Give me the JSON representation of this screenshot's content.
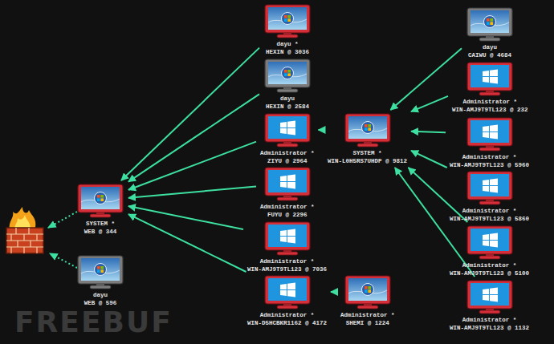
{
  "diagram": {
    "nodes": [
      {
        "text": [
          "dayu *",
          "HEXIN @ 3036"
        ]
      },
      {
        "text": [
          "dayu",
          "HEXIN @ 2584"
        ]
      },
      {
        "text": [
          "Administrator *",
          "ZIYU @ 2964"
        ]
      },
      {
        "text": [
          "Administrator *",
          "FUYU @ 2296"
        ]
      },
      {
        "text": [
          "Administrator *",
          "WIN-AMJ9T9TL123 @ 7036"
        ]
      },
      {
        "text": [
          "Administrator *",
          "WIN-D5HCBKR1162 @ 4172"
        ]
      },
      {
        "text": [
          "SYSTEM *",
          "WEB @ 344"
        ]
      },
      {
        "text": [
          "dayu",
          "WEB @ 596"
        ]
      },
      {
        "text": [
          "SYSTEM *",
          "WIN-L0H5RS7UHDP @ 9812"
        ]
      },
      {
        "text": [
          "dayu",
          "CAIWU @ 4684"
        ]
      },
      {
        "text": [
          "Administrator *",
          "WIN-AMJ9T9TL123 @ 232"
        ]
      },
      {
        "text": [
          "Administrator *",
          "WIN-AMJ9T9TL123 @ 5960"
        ]
      },
      {
        "text": [
          "Administrator *",
          "WIN-AMJ9T9TL123 @ 5860"
        ]
      },
      {
        "text": [
          "Administrator *",
          "WIN-AMJ9T9TL123 @ 5100"
        ]
      },
      {
        "text": [
          "Administrator *",
          "WIN-AMJ9T9TL123 @ 1132"
        ]
      },
      {
        "text": [
          "Administrator *",
          "SHEMI @ 1224"
        ]
      }
    ],
    "edges": [
      {
        "from": 0,
        "to": 6,
        "arrow": "to"
      },
      {
        "from": 1,
        "to": 6,
        "arrow": "to"
      },
      {
        "from": 2,
        "to": 6,
        "arrow": "to"
      },
      {
        "from": 3,
        "to": 6,
        "arrow": "to"
      },
      {
        "from": 4,
        "to": 6,
        "arrow": "to"
      },
      {
        "from": 5,
        "to": 6,
        "arrow": "to"
      },
      {
        "from": 8,
        "to": 2,
        "arrow": "to"
      },
      {
        "from": 9,
        "to": 8,
        "arrow": "to"
      },
      {
        "from": 10,
        "to": 8,
        "arrow": "to"
      },
      {
        "from": 11,
        "to": 8,
        "arrow": "to"
      },
      {
        "from": 12,
        "to": 8,
        "arrow": "to"
      },
      {
        "from": 13,
        "to": 8,
        "arrow": "to"
      },
      {
        "from": 14,
        "to": 8,
        "arrow": "to"
      },
      {
        "from": 15,
        "to": 5,
        "arrow": "to"
      }
    ],
    "labels": [
      "FREEBUF"
    ]
  }
}
